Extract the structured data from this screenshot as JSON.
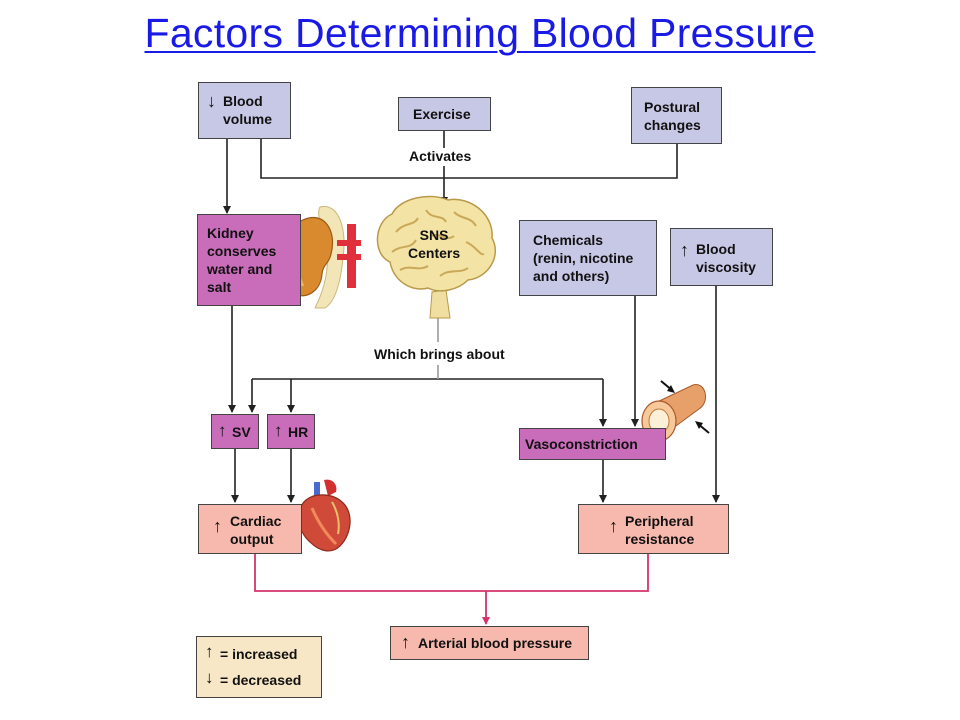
{
  "title": "Factors Determining Blood Pressure",
  "boxes": {
    "blood_volume": {
      "arrow": "down",
      "lines": [
        "Blood",
        "volume"
      ]
    },
    "exercise": {
      "lines": [
        "Exercise"
      ]
    },
    "postural": {
      "lines": [
        "Postural",
        "changes"
      ]
    },
    "kidney": {
      "lines": [
        "Kidney",
        "conserves",
        "water and",
        "salt"
      ]
    },
    "sns": {
      "lines": [
        "SNS",
        "Centers"
      ]
    },
    "chemicals": {
      "lines": [
        "Chemicals",
        "(renin, nicotine",
        "and others)"
      ]
    },
    "viscosity": {
      "arrow": "up",
      "lines": [
        "Blood",
        "viscosity"
      ]
    },
    "sv": {
      "arrow": "up",
      "lines": [
        "SV"
      ]
    },
    "hr": {
      "arrow": "up",
      "lines": [
        "HR"
      ]
    },
    "vasoconstriction": {
      "lines": [
        "Vasoconstriction"
      ]
    },
    "cardiac_output": {
      "arrow": "up",
      "lines": [
        "Cardiac",
        "output"
      ]
    },
    "peripheral": {
      "arrow": "up",
      "lines": [
        "Peripheral",
        "resistance"
      ]
    },
    "arterial": {
      "arrow": "up",
      "lines": [
        "Arterial blood pressure"
      ]
    }
  },
  "labels": {
    "activates": "Activates",
    "which_brings": "Which brings about"
  },
  "key": {
    "increased": "= increased",
    "decreased": "= decreased"
  },
  "colors": {
    "title": "#1a1ae6",
    "lavender": "#c7c7e6",
    "purple": "#c96cba",
    "pink": "#f7b9ad",
    "key_bg": "#f8e7c6",
    "output_line": "#d6336c"
  }
}
